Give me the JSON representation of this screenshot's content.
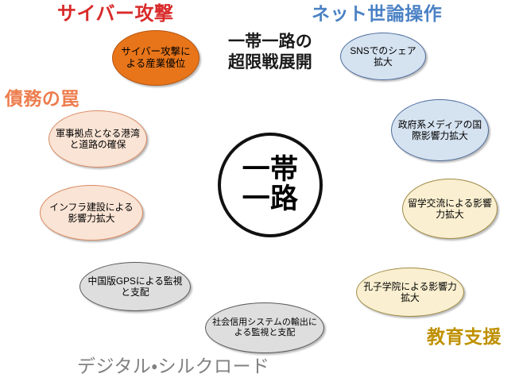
{
  "title": {
    "line1": "一帯一路の",
    "line2": "超限戦展開"
  },
  "center": {
    "line1": "一帯",
    "line2": "一路"
  },
  "categories": [
    {
      "id": "cyber",
      "label": "サイバー攻撃",
      "color": "#D92B2B"
    },
    {
      "id": "net",
      "label": "ネット世論操作",
      "color": "#4A81C4"
    },
    {
      "id": "debt",
      "label": "債務の罠",
      "color": "#ED7D4E"
    },
    {
      "id": "education",
      "label": "教育支援",
      "color": "#BF9000"
    },
    {
      "id": "digital",
      "label": "デジタル・シルクロード",
      "color": "#808080"
    }
  ],
  "nodes": [
    {
      "id": "cyber-industry",
      "category": "cyber",
      "fill": "#E8751A",
      "stroke": "#B8550F",
      "text": "サイバー攻撃による産業優位"
    },
    {
      "id": "sns-share",
      "category": "net",
      "fill": "#D5E2F0",
      "stroke": "#4E6E9E",
      "text": "SNSでのシェア拡大"
    },
    {
      "id": "military-ports",
      "category": "debt",
      "fill": "#FAE4D5",
      "stroke": "#D98A62",
      "text": "軍事拠点となる港湾と道路の確保"
    },
    {
      "id": "state-media",
      "category": "net",
      "fill": "#D5E2F0",
      "stroke": "#4E6E9E",
      "text": "政府系メディアの国際影響力拡大"
    },
    {
      "id": "infrastructure",
      "category": "debt",
      "fill": "#FAE4D5",
      "stroke": "#D98A62",
      "text": "インフラ建設による影響力拡大"
    },
    {
      "id": "study-abroad",
      "category": "education",
      "fill": "#FAEFD0",
      "stroke": "#A08B46",
      "text": "留学交流による影響力拡大"
    },
    {
      "id": "china-gps",
      "category": "digital",
      "fill": "#DEDEDE",
      "stroke": "#595959",
      "text": "中国版GPSによる監視と支配"
    },
    {
      "id": "social-credit",
      "category": "digital",
      "fill": "#DEDEDE",
      "stroke": "#595959",
      "text": "社会信用システムの輸出による監視と支配"
    },
    {
      "id": "confucius-institute",
      "category": "education",
      "fill": "#FAEFD0",
      "stroke": "#A08B46",
      "text": "孔子学院による影響力拡大"
    }
  ]
}
